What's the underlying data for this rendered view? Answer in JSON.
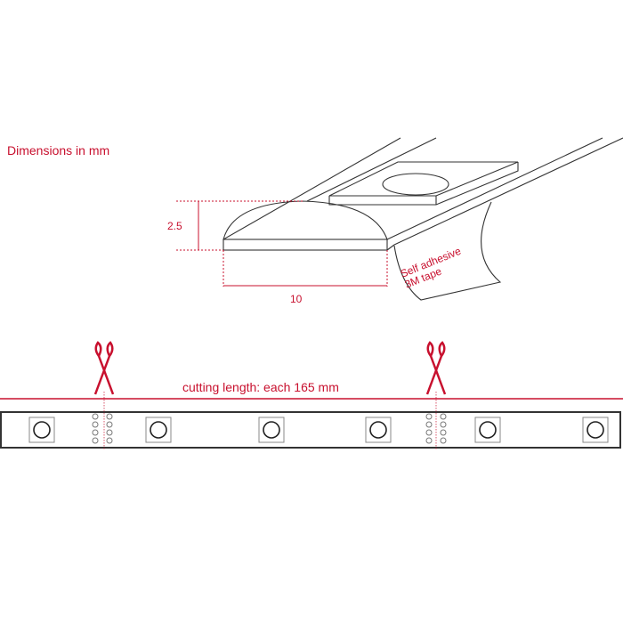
{
  "title": "Dimensions in mm",
  "dimensions": {
    "height_label": "2.5",
    "width_label": "10"
  },
  "tape_label": {
    "line1": "Self adhesive",
    "line2": "3M tape"
  },
  "cutting_label": "cutting length: each  165 mm",
  "colors": {
    "accent": "#c8102e",
    "line": "#333333"
  }
}
